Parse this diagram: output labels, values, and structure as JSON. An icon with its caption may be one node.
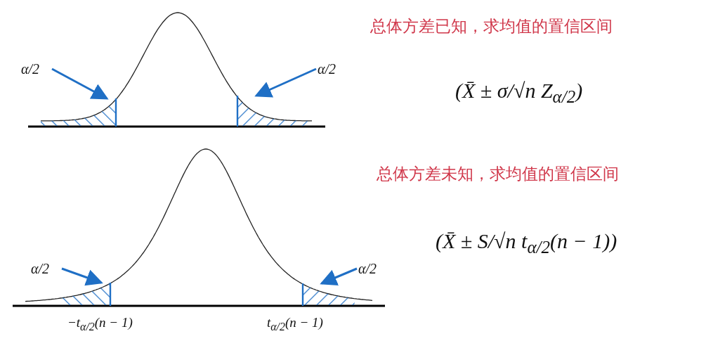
{
  "diagram": {
    "nodes": [
      {
        "text": [
          "α/2"
        ]
      },
      {
        "text": [],
        "shape": "area"
      },
      {
        "text": [
          "α/2"
        ]
      },
      {
        "text": [],
        "shape": "area"
      },
      {
        "text": [
          "α/2"
        ]
      },
      {
        "text": [],
        "shape": "area"
      },
      {
        "text": [
          "α/2"
        ]
      },
      {
        "text": [],
        "shape": "area"
      }
    ],
    "edges": [
      {
        "from": 0,
        "to": 1,
        "arrow": "to"
      },
      {
        "from": 2,
        "to": 3,
        "arrow": "to"
      },
      {
        "from": 4,
        "to": 5,
        "arrow": "to"
      },
      {
        "from": 6,
        "to": 7,
        "arrow": "to"
      }
    ],
    "labels": [
      "总体方差已知，求均值的置信区间",
      "(X̄ ± σ/√n Z$_{α/2}$)",
      "总体方差未知，求均值的置信区间",
      "(X̄ ± S/√n t$_{α/2}$(n − 1))",
      "−t$_{α/2}$(n − 1)",
      "t$_{α/2}$(n − 1)"
    ]
  }
}
